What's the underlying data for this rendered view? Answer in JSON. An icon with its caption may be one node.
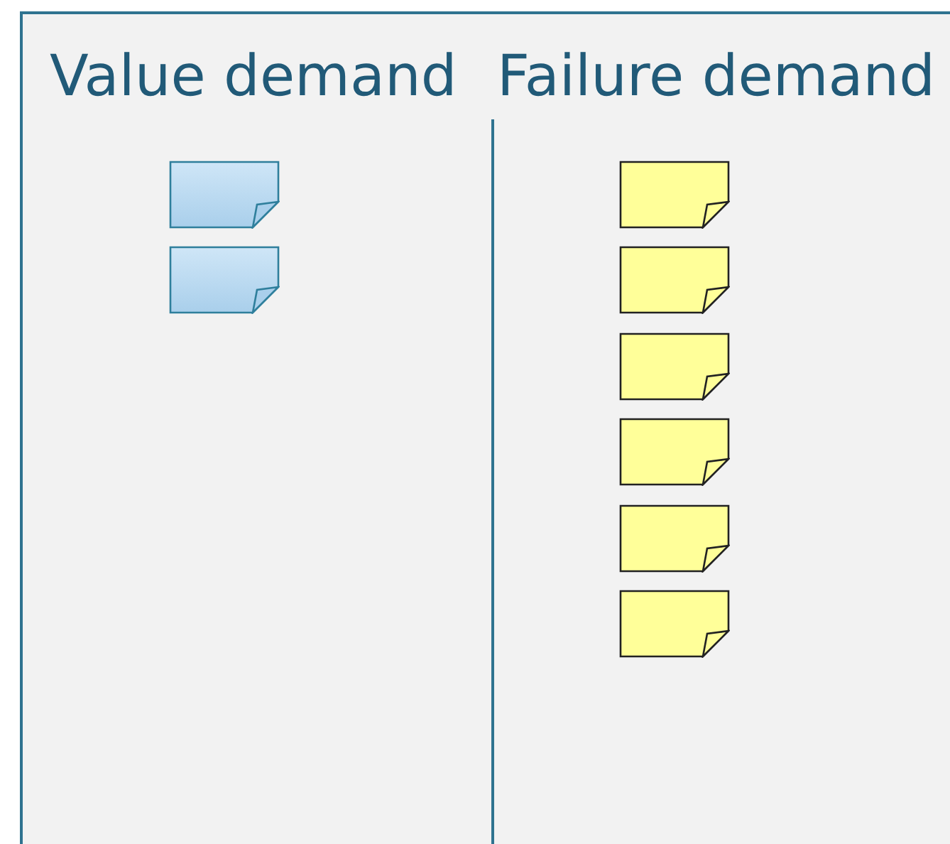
{
  "diagram": {
    "nodes": [
      {
        "text": [
          "Value demand"
        ]
      },
      {
        "text": [
          "Failure demand"
        ]
      },
      {
        "text": [],
        "shape": "note",
        "in": 0
      },
      {
        "text": [],
        "shape": "note",
        "in": 0
      },
      {
        "text": [],
        "shape": "note",
        "in": 1
      },
      {
        "text": [],
        "shape": "note",
        "in": 1
      },
      {
        "text": [],
        "shape": "note",
        "in": 1
      },
      {
        "text": [],
        "shape": "note",
        "in": 1
      },
      {
        "text": [],
        "shape": "note",
        "in": 1
      },
      {
        "text": [],
        "shape": "note",
        "in": 1
      }
    ]
  }
}
